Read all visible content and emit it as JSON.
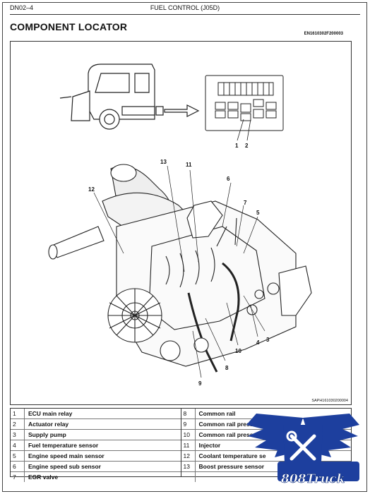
{
  "header": {
    "page_code": "DN02–4",
    "section": "FUEL CONTROL (J05D)"
  },
  "title": "COMPONENT LOCATOR",
  "doc_code": "EN1610302F200003",
  "figure": {
    "code": "SAPH161030200004",
    "callouts": [
      "1",
      "2",
      "3",
      "4",
      "5",
      "6",
      "7",
      "8",
      "9",
      "10",
      "11",
      "12",
      "13"
    ]
  },
  "legend": {
    "left": [
      {
        "num": "1",
        "label": "ECU main relay"
      },
      {
        "num": "2",
        "label": "Actuator relay"
      },
      {
        "num": "3",
        "label": "Supply pump"
      },
      {
        "num": "4",
        "label": "Fuel temperature sensor"
      },
      {
        "num": "5",
        "label": "Engine speed main sensor"
      },
      {
        "num": "6",
        "label": "Engine speed sub sensor"
      },
      {
        "num": "7",
        "label": "EGR valve"
      }
    ],
    "right": [
      {
        "num": "8",
        "label": "Common rail"
      },
      {
        "num": "9",
        "label": "Common rail pressure se"
      },
      {
        "num": "10",
        "label": "Common rail pressure se"
      },
      {
        "num": "11",
        "label": "Injector"
      },
      {
        "num": "12",
        "label": "Coolant temperature se"
      },
      {
        "num": "13",
        "label": "Boost pressure sensor"
      }
    ]
  },
  "watermark": {
    "text": "808Truck",
    "color": "#1d3f9e"
  }
}
